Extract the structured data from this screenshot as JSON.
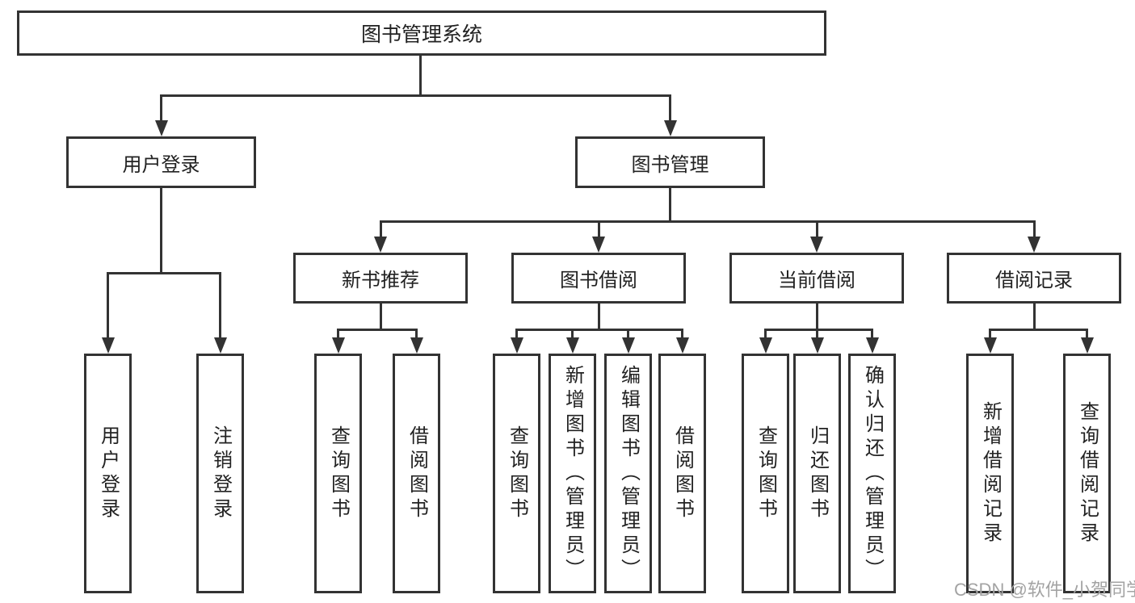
{
  "diagram": {
    "root": {
      "label": "图书管理系统"
    },
    "level2": [
      {
        "label": "用户登录"
      },
      {
        "label": "图书管理"
      }
    ],
    "level3": [
      {
        "label": "新书推荐"
      },
      {
        "label": "图书借阅"
      },
      {
        "label": "当前借阅"
      },
      {
        "label": "借阅记录"
      }
    ],
    "level4_groups": [
      {
        "parent": "用户登录",
        "children": [
          {
            "label": "用户登录"
          },
          {
            "label": "注销登录"
          }
        ]
      },
      {
        "parent": "新书推荐",
        "children": [
          {
            "label": "查询图书"
          },
          {
            "label": "借阅图书"
          }
        ]
      },
      {
        "parent": "图书借阅",
        "children": [
          {
            "label": "查询图书"
          },
          {
            "label": "新增图书（管理员）"
          },
          {
            "label": "编辑图书（管理员）"
          },
          {
            "label": "借阅图书"
          }
        ]
      },
      {
        "parent": "当前借阅",
        "children": [
          {
            "label": "查询图书"
          },
          {
            "label": "归还图书"
          },
          {
            "label": "确认归还（管理员）"
          }
        ]
      },
      {
        "parent": "借阅记录",
        "children": [
          {
            "label": "新增借阅记录"
          },
          {
            "label": "查询借阅记录"
          }
        ]
      }
    ],
    "colors": {
      "line": "#333333",
      "text": "#222222",
      "background": "#ffffff",
      "watermark": "#a3a3a3"
    }
  },
  "watermark": {
    "text": "CSDN @软件_小贺同学"
  }
}
